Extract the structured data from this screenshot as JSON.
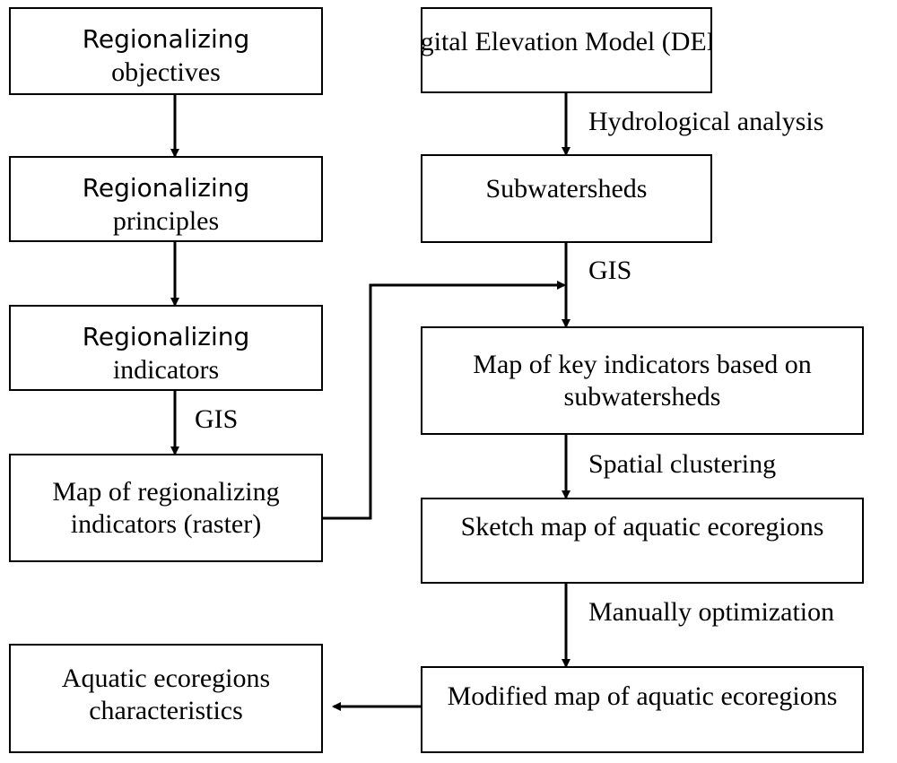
{
  "left_column": {
    "objectives": [
      "Regionalizing",
      "objectives"
    ],
    "principles": [
      "Regionalizing",
      "principles"
    ],
    "indicators": [
      "Regionalizing",
      "indicators"
    ],
    "raster_map": [
      "Map of regionalizing",
      "indicators (raster)"
    ],
    "characteristics": [
      "Aquatic ecoregions",
      "characteristics"
    ]
  },
  "right_column": {
    "dem": [
      "Digital Elevation Model (DEM)"
    ],
    "subwatersheds": [
      "Subwatersheds"
    ],
    "key_indicators_map": [
      "Map of key indicators based on",
      "subwatersheds"
    ],
    "sketch_map": [
      "Sketch map of aquatic ecoregions"
    ],
    "modified_map": [
      "Modified map of aquatic ecoregions"
    ]
  },
  "edge_labels": {
    "hydrological": "Hydrological analysis",
    "gis_right": "GIS",
    "gis_left": "GIS",
    "spatial_clustering": "Spatial clustering",
    "manual_optimization": "Manually optimization"
  },
  "colors": {
    "stroke": "#000000",
    "background": "#ffffff"
  }
}
